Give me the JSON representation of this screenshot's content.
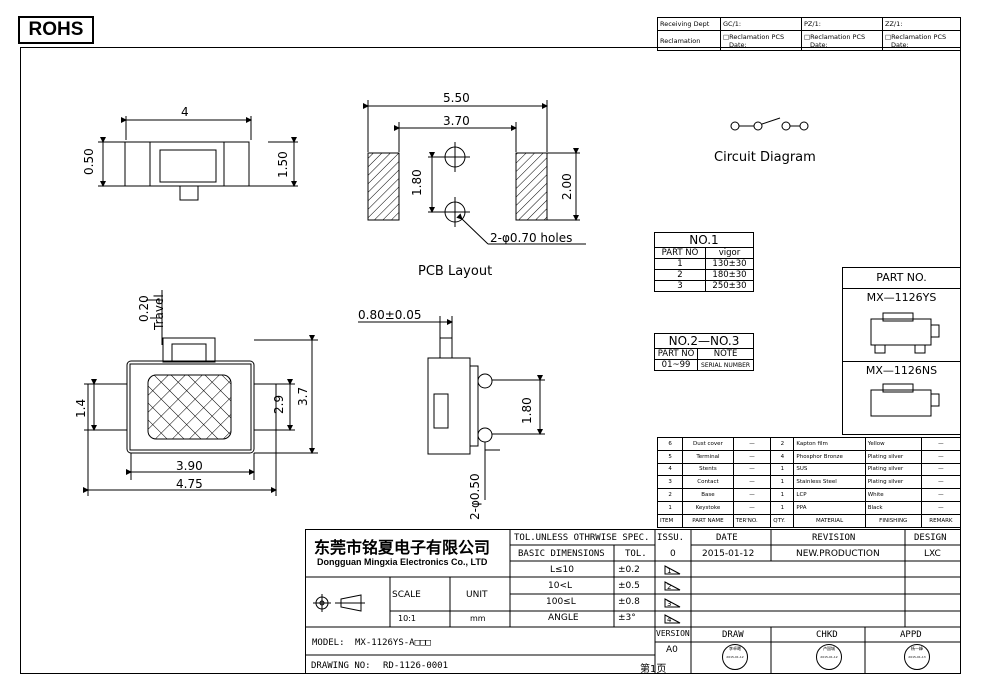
{
  "rohs_label": "ROHS",
  "receiving_table": {
    "r1": [
      "Receiving Dept",
      "GC/1:",
      "PZ/1:",
      "ZZ/1:"
    ],
    "r2_label": "Reclamation",
    "r2_cell": "□Reclamation  PCS",
    "r2_date": "Date:"
  },
  "dims": {
    "side_width": "4",
    "side_h1": "0.50",
    "side_h2": "1.50",
    "pcb_w1": "5.50",
    "pcb_w2": "3.70",
    "pcb_h1": "1.80",
    "pcb_h2": "2.00",
    "pcb_holes": "2-φ0.70 holes",
    "travel_val": "0.20",
    "travel_label": "Travel",
    "top_h1": "1.4",
    "top_h2": "2.9",
    "top_h3": "3.7",
    "top_w1": "3.90",
    "top_w2": "4.75",
    "side2_w": "0.80±0.05",
    "side2_h": "1.80",
    "side2_pin": "2-φ0.50"
  },
  "labels": {
    "pcb_layout": "PCB Layout",
    "circuit_diagram": "Circuit Diagram"
  },
  "no1": {
    "title": "NO.1",
    "headers": [
      "PART NO",
      "vigor"
    ],
    "rows": [
      [
        "1",
        "130±30"
      ],
      [
        "2",
        "180±30"
      ],
      [
        "3",
        "250±30"
      ]
    ]
  },
  "no23": {
    "title": "NO.2—NO.3",
    "headers": [
      "PART NO",
      "NOTE"
    ],
    "rows": [
      [
        "01~99",
        "SERIAL NUMBER"
      ]
    ]
  },
  "part_no": {
    "title": "PART NO.",
    "p1": "MX—1126YS",
    "p2": "MX—1126NS"
  },
  "bom": {
    "rows": [
      [
        "6",
        "Dust cover",
        "—",
        "2",
        "Kapton film",
        "Yellow",
        "—"
      ],
      [
        "5",
        "Terminal",
        "—",
        "4",
        "Phosphor Bronze",
        "Plating silver",
        "—"
      ],
      [
        "4",
        "Stents",
        "—",
        "1",
        "SUS",
        "Plating silver",
        "—"
      ],
      [
        "3",
        "Contact",
        "—",
        "1",
        "Stainless Steel",
        "Plating silver",
        "—"
      ],
      [
        "2",
        "Base",
        "—",
        "1",
        "LCP",
        "White",
        "—"
      ],
      [
        "1",
        "Keystoke",
        "—",
        "1",
        "PPA",
        "Black",
        "—"
      ]
    ],
    "headers": [
      "ITEM",
      "PART NAME",
      "TER'NO.",
      "QTY.",
      "MATERIAL",
      "FINISHING",
      "REMARK"
    ]
  },
  "company": {
    "cn": "东莞市铭夏电子有限公司",
    "en": "Dongguan Mingxia Electronics Co., LTD"
  },
  "tolerance": {
    "title": "TOL.UNLESS OTHRWISE SPEC.",
    "h1": "BASIC DIMENSIONS",
    "h2": "TOL.",
    "rows": [
      [
        "L≤10",
        "±0.2"
      ],
      [
        "10<L",
        "±0.5"
      ],
      [
        "100≤L",
        "±0.8"
      ],
      [
        "ANGLE",
        "±3°"
      ]
    ]
  },
  "scale": {
    "scale_label": "SCALE",
    "unit_label": "UNIT",
    "scale_val": "10:1",
    "unit_val": "mm"
  },
  "revision": {
    "headers": [
      "ISSU.",
      "DATE",
      "REVISION",
      "DESIGN"
    ],
    "row": [
      "0",
      "2015-01-12",
      "NEW.PRODUCTION",
      "LXC"
    ],
    "issues": [
      "1",
      "2",
      "3",
      "4"
    ]
  },
  "version": {
    "label": "VERSION",
    "val": "A0",
    "draw": "DRAW",
    "chkd": "CHKD",
    "appd": "APPD"
  },
  "stamps": [
    "李卓曦",
    "卢国城",
    "杨一峰"
  ],
  "stamp_dates": [
    "2015-01-12",
    "2015-01-12",
    "2015-01-13"
  ],
  "model": {
    "label": "MODEL:",
    "val": "MX-1126YS-A□□□"
  },
  "drawing": {
    "label": "DRAWING NO:",
    "val": "RD-1126-0001",
    "page": "第1页"
  }
}
